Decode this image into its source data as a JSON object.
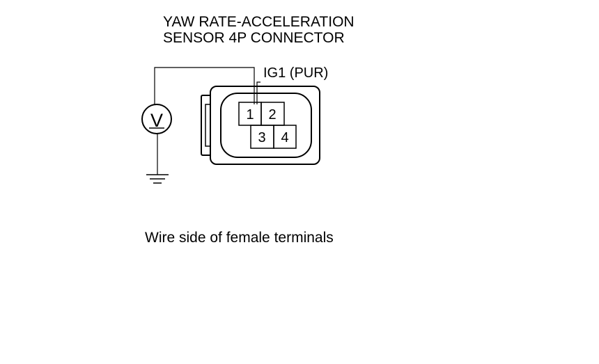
{
  "diagram": {
    "title_line1": "YAW RATE-ACCELERATION",
    "title_line2": "SENSOR 4P CONNECTOR",
    "wire_label": "IG1 (PUR)",
    "caption": "Wire side of female terminals",
    "meter_symbol": "V",
    "pins": [
      {
        "label": "1"
      },
      {
        "label": "2"
      },
      {
        "label": "3"
      },
      {
        "label": "4"
      }
    ],
    "icons": {
      "meter": "voltmeter-icon",
      "ground": "ground-icon",
      "connector": "connector-icon"
    },
    "colors": {
      "stroke": "#000000",
      "background": "#ffffff"
    }
  }
}
